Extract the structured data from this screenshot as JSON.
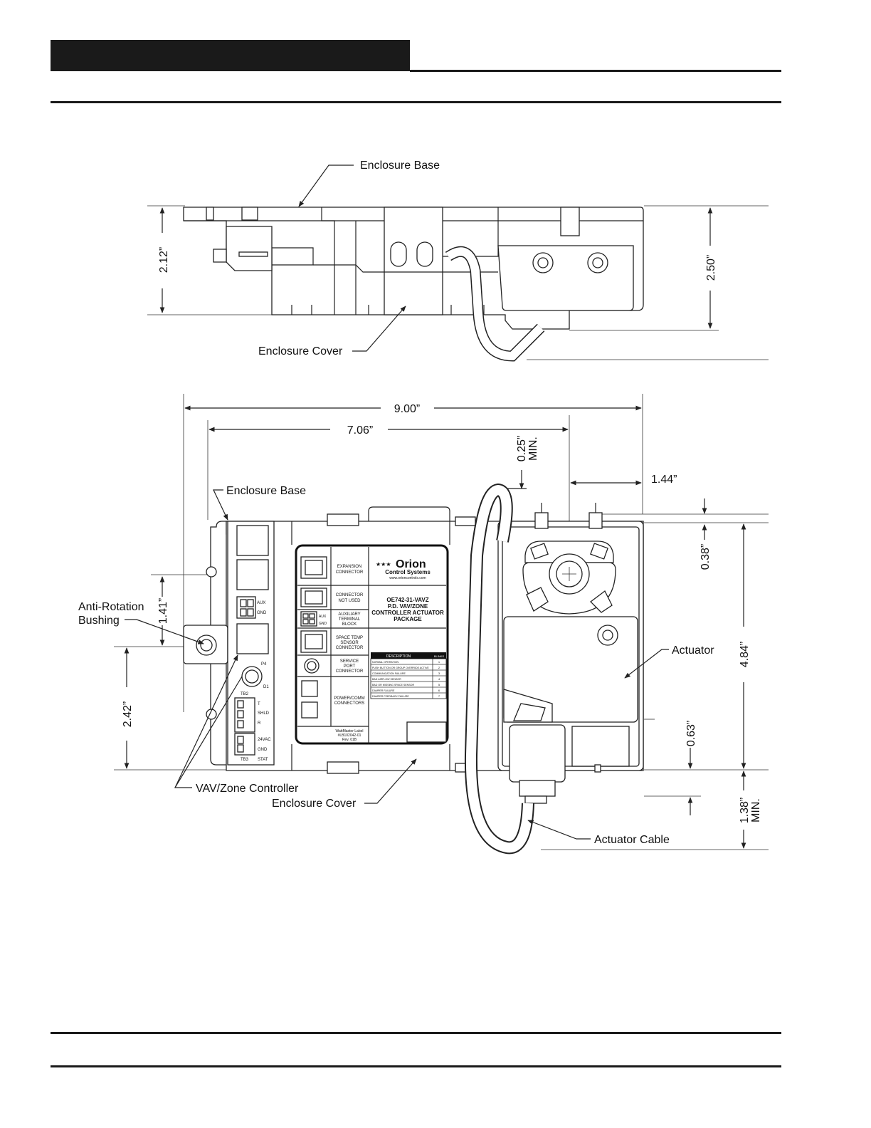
{
  "side_view": {
    "label_enclosure_base": "Enclosure Base",
    "label_enclosure_cover": "Enclosure Cover",
    "dim_height_left": "2.12”",
    "dim_height_right": "2.50”"
  },
  "top_view": {
    "dim_overall_width": "9.00”",
    "dim_actuator_center": "7.06”",
    "dim_cable_clearance": "0.25”",
    "dim_cable_clearance_note": "MIN.",
    "dim_actuator_offset": "1.44”",
    "dim_top_offset": "0.38”",
    "dim_actuator_height": "4.84”",
    "dim_bottom_offset": "0.63”",
    "dim_bottom_clearance": "1.38”",
    "dim_bottom_clearance_note": "MIN.",
    "dim_bushing_upper": "1.41”",
    "dim_bushing_lower": "2.42”",
    "label_enclosure_base": "Enclosure Base",
    "label_anti_rotation_1": "Anti-Rotation",
    "label_anti_rotation_2": "Bushing",
    "label_vav_zone_controller": "VAV/Zone Controller",
    "label_enclosure_cover": "Enclosure Cover",
    "label_actuator": "Actuator",
    "label_actuator_cable": "Actuator Cable"
  },
  "controller_label": {
    "rows": [
      {
        "text1": "EXPANSION",
        "text2": "CONNECTOR"
      },
      {
        "text1": "CONNECTOR",
        "text2": "NOT USED"
      },
      {
        "text1": "AUXILIARY",
        "text2": "TERMINAL",
        "text3": "BLOCK"
      },
      {
        "text1": "SPACE TEMP",
        "text2": "SENSOR",
        "text3": "CONNECTOR"
      },
      {
        "text1": "SERVICE",
        "text2": "PORT",
        "text3": "CONNECTOR"
      },
      {
        "text1": "POWER/COMM",
        "text2": "CONNECTORS"
      }
    ],
    "aux_term_1": "AUX",
    "aux_term_2": "GND",
    "brand_stars": "★★★",
    "brand_name": "Orion",
    "brand_sub": "Control Systems",
    "brand_url": "www.orioncontrols.com",
    "model": "OE742-31-VAVZ",
    "product_line1": "P.D. VAV/ZONE",
    "product_line2": "CONTROLLER ACTUATOR",
    "product_line3": "PACKAGE",
    "table_header_desc": "DESCRIPTION",
    "table_header_blinks": "BLINKS",
    "table_rows": [
      {
        "desc": "NORMAL OPERATION",
        "blinks": "1"
      },
      {
        "desc": "PUSH BUTTON OR GROUP OVERRIDE ACTIVE",
        "blinks": "2"
      },
      {
        "desc": "COMMUNICATION FAILURE",
        "blinks": "3"
      },
      {
        "desc": "BAD AIRFLOW SENSOR",
        "blinks": "4"
      },
      {
        "desc": "BAD OR MISSING SPACE SENSOR",
        "blinks": "5"
      },
      {
        "desc": "DAMPER FAILURE",
        "blinks": "6"
      },
      {
        "desc": "DAMPER FEEDBACK FAILURE",
        "blinks": "7"
      }
    ],
    "footer_line1": "WattMaster Label",
    "footer_line2": "#LB102042-01",
    "footer_line3": "Rev. 01B"
  },
  "board": {
    "aux": "AUX",
    "gnd": "GND",
    "p4": "P4",
    "d1": "D1",
    "tb2": "TB2",
    "shld": "SHLD",
    "r": "R",
    "t": "T",
    "hvac": "24VAC",
    "gnd2": "GND",
    "tb3": "TB3",
    "stat": "STAT"
  }
}
